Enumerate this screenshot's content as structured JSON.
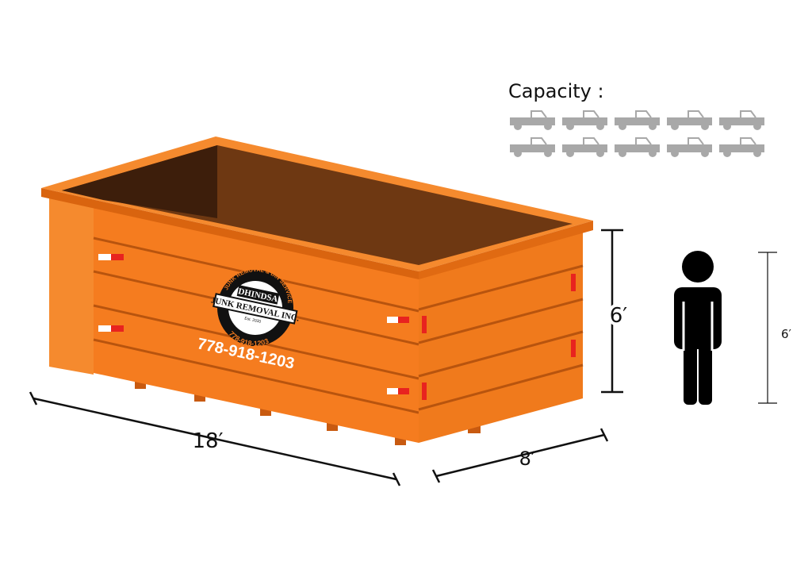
{
  "capacity": {
    "title": "Capacity :",
    "truck_count": 10,
    "truck_color": "#a8a8a8",
    "columns": 5
  },
  "dimensions": {
    "length": "18′",
    "width": "8′",
    "height": "6′",
    "person_height": "6′"
  },
  "logo": {
    "top_arc": "JUNK REMOVAL & BIN SERVICE",
    "name": "DHINDSA",
    "banner": "JUNK REMOVAL INC.",
    "est": "Est. 2020",
    "bottom_arc": "778-918-1203"
  },
  "phone": "778-918-1203",
  "colors": {
    "bin": "#f57c1f",
    "bin_dark": "#d9640f",
    "interior": "#6e3812",
    "interior_dark": "#3d1e0b",
    "reflector": "#e8231f"
  }
}
